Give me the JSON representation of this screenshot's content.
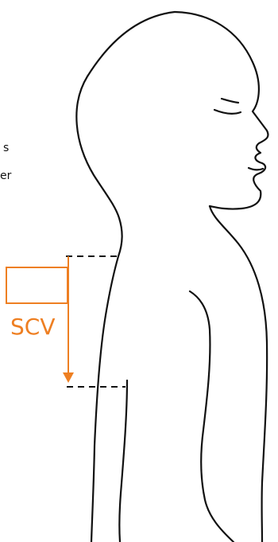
{
  "labels": {
    "cropped_line_1": "s",
    "cropped_line_2": "er",
    "scv": "SCV"
  },
  "colors": {
    "outline": "#111111",
    "measurement": "#ee7f22",
    "background": "#ffffff"
  },
  "icons": {
    "figure": "side-profile-human-outline",
    "measurement_marker": "vertical-down-arrow"
  }
}
